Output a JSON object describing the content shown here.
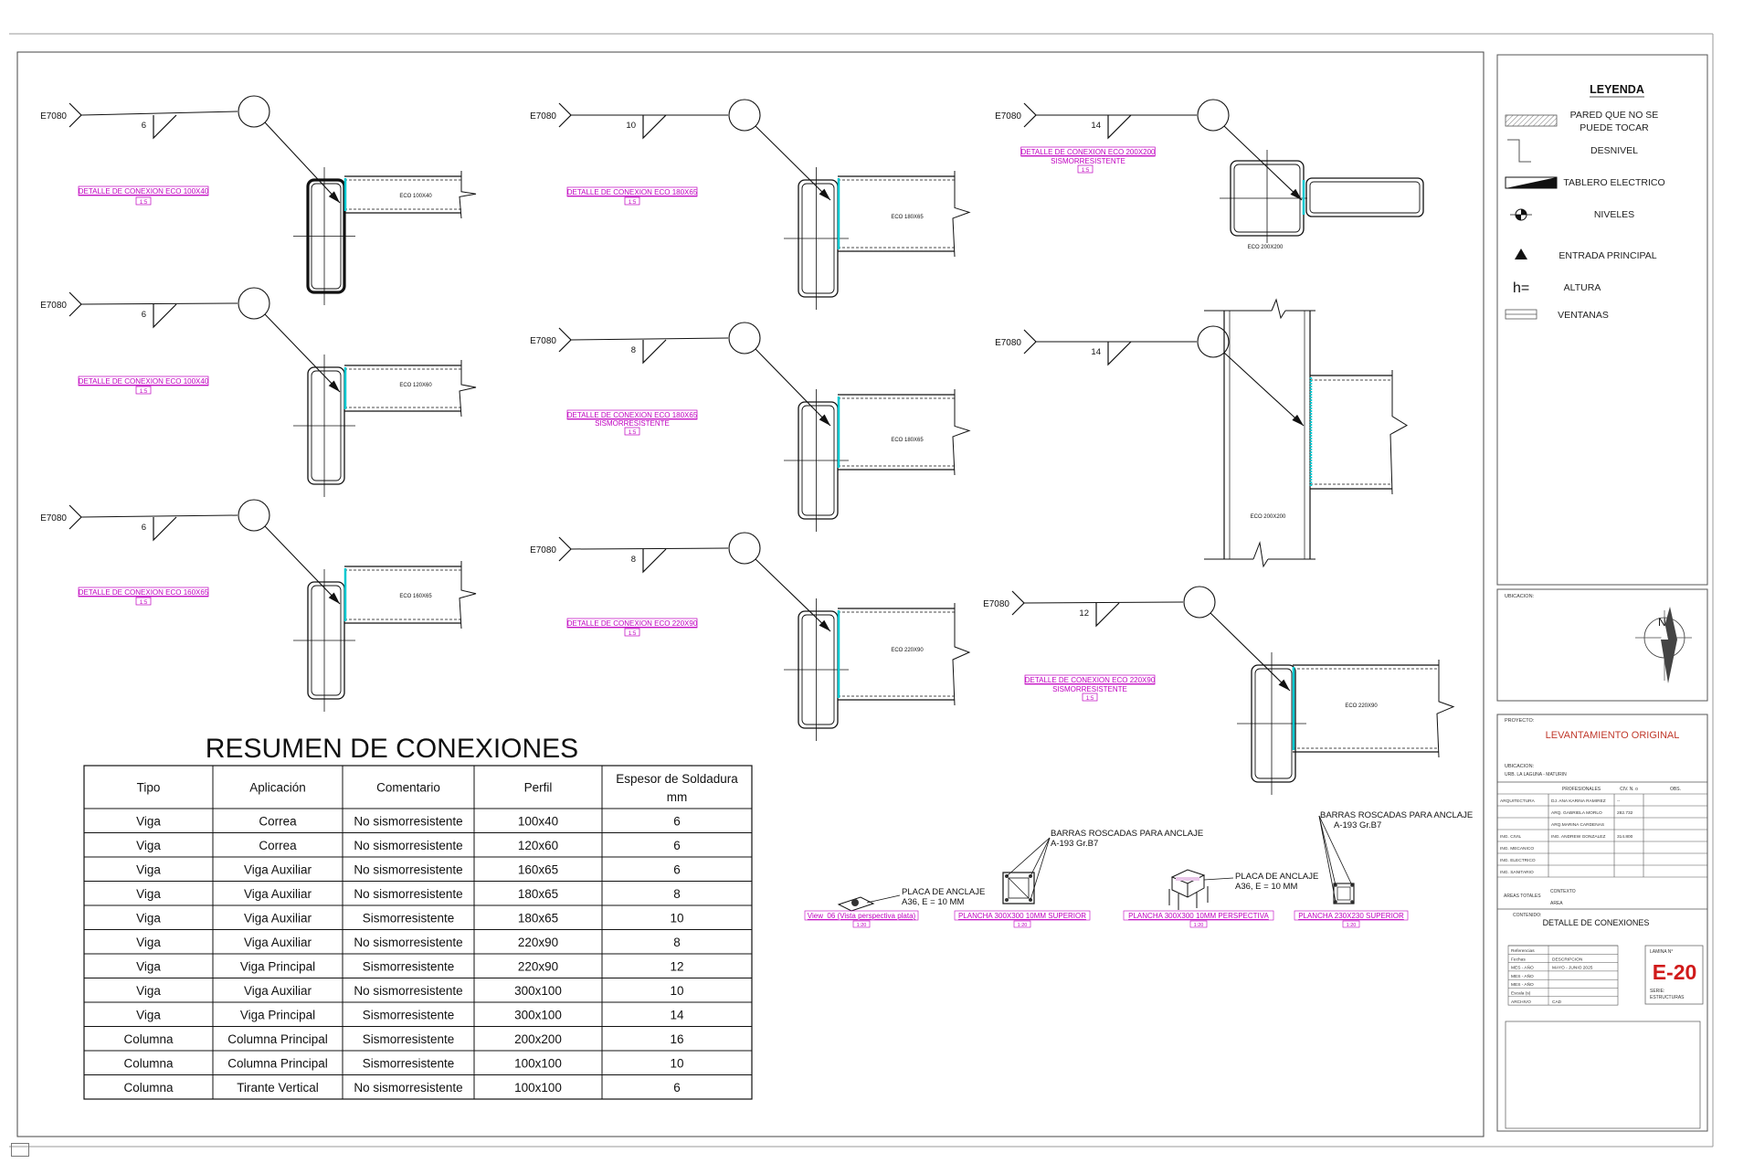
{
  "connections": [
    {
      "ref": "E7080",
      "size": "6",
      "title": "DETALLE DE CONEXION ECO 100X40",
      "subtitle": "",
      "scale": "1:5",
      "profile": "ECO 100X40"
    },
    {
      "ref": "E7080",
      "size": "6",
      "title": "DETALLE DE CONEXION ECO 100X40",
      "subtitle": "",
      "scale": "1:5",
      "profile": "ECO 120X60"
    },
    {
      "ref": "E7080",
      "size": "6",
      "title": "DETALLE DE CONEXION ECO 160X65",
      "subtitle": "",
      "scale": "1:5",
      "profile": "ECO 160X65"
    },
    {
      "ref": "E7080",
      "size": "10",
      "title": "DETALLE DE CONEXION ECO 180X65",
      "subtitle": "",
      "scale": "1:5",
      "profile": "ECO 180X65"
    },
    {
      "ref": "E7080",
      "size": "8",
      "title": "DETALLE DE CONEXION ECO 180X65",
      "subtitle": "SISMORRESISTENTE",
      "scale": "1:5",
      "profile": "ECO 180X65"
    },
    {
      "ref": "E7080",
      "size": "8",
      "title": "DETALLE DE CONEXION ECO 220X90",
      "subtitle": "",
      "scale": "1:5",
      "profile": "ECO 220X90"
    },
    {
      "ref": "E7080",
      "size": "14",
      "title": "DETALLE DE CONEXION ECO 200X200",
      "subtitle": "SISMORRESISTENTE",
      "scale": "1:5",
      "profile": "ECO 200X200"
    },
    {
      "ref": "E7080",
      "size": "14",
      "title": "",
      "subtitle": "",
      "scale": "",
      "profile": "ECO 200X200"
    },
    {
      "ref": "E7080",
      "size": "12",
      "title": "DETALLE DE CONEXION ECO 220X90",
      "subtitle": "SISMORRESISTENTE",
      "scale": "1:5",
      "profile": "ECO 220X90"
    }
  ],
  "anchors": {
    "barras_1": "BARRAS ROSCADAS PARA ANCLAJE",
    "barras_2": "A-193 Gr.B7",
    "placa_1": "PLACA DE ANCLAJE",
    "placa_2": "A36, E = 10 MM",
    "view_a": "View_06 (Vista perspectiva plata)",
    "view_b": "PLANCHA 300X300 10MM SUPERIOR",
    "view_c": "PLANCHA 300X300 10MM PERSPECTIVA",
    "view_d": "PLANCHA 230X230 SUPERIOR",
    "scale": "1:20"
  },
  "table": {
    "title": "RESUMEN DE CONEXIONES",
    "headers": [
      "Tipo",
      "Aplicación",
      "Comentario",
      "Perfil",
      "Espesor de Soldadura",
      "mm"
    ],
    "rows": [
      [
        "Viga",
        "Correa",
        "No sismorresistente",
        "100x40",
        "6"
      ],
      [
        "Viga",
        "Correa",
        "No sismorresistente",
        "120x60",
        "6"
      ],
      [
        "Viga",
        "Viga Auxiliar",
        "No sismorresistente",
        "160x65",
        "6"
      ],
      [
        "Viga",
        "Viga Auxiliar",
        "No sismorresistente",
        "180x65",
        "8"
      ],
      [
        "Viga",
        "Viga Auxiliar",
        "Sismorresistente",
        "180x65",
        "10"
      ],
      [
        "Viga",
        "Viga Auxiliar",
        "No sismorresistente",
        "220x90",
        "8"
      ],
      [
        "Viga",
        "Viga Principal",
        "Sismorresistente",
        "220x90",
        "12"
      ],
      [
        "Viga",
        "Viga Auxiliar",
        "No sismorresistente",
        "300x100",
        "10"
      ],
      [
        "Viga",
        "Viga Principal",
        "Sismorresistente",
        "300x100",
        "14"
      ],
      [
        "Columna",
        "Columna Principal",
        "Sismorresistente",
        "200x200",
        "16"
      ],
      [
        "Columna",
        "Columna Principal",
        "Sismorresistente",
        "100x100",
        "10"
      ],
      [
        "Columna",
        "Tirante Vertical",
        "No sismorresistente",
        "100x100",
        "6"
      ]
    ]
  },
  "legend": {
    "title": "LEYENDA",
    "items": [
      {
        "icon": "hatched-wall-icon",
        "label1": "PARED QUE NO SE",
        "label2": "PUEDE TOCAR"
      },
      {
        "icon": "level-step-icon",
        "label1": "DESNIVEL",
        "label2": ""
      },
      {
        "icon": "electric-panel-icon",
        "label1": "TABLERO ELECTRICO",
        "label2": ""
      },
      {
        "icon": "level-marker-icon",
        "label1": "NIVELES",
        "label2": ""
      },
      {
        "icon": "main-entrance-icon",
        "label1": "ENTRADA PRINCIPAL",
        "label2": ""
      },
      {
        "icon": "height-icon",
        "label1": "ALTURA",
        "label2": ""
      },
      {
        "icon": "window-icon",
        "label1": "VENTANAS",
        "label2": ""
      }
    ],
    "height_symbol": "h="
  },
  "location": {
    "label": "UBICACION:",
    "north": "N"
  },
  "title_block": {
    "project_label": "PROYECTO:",
    "project_name": "LEVANTAMIENTO ORIGINAL",
    "ubicacion_label": "UBICACION:",
    "ubicacion_value": "URB. LA LAGUNA - MATURIN",
    "headers": [
      "PROFESIONALES",
      "CIV. N. o",
      "OBS."
    ],
    "rows": [
      [
        "ARQUITECTURA",
        "DJ. ANA KARINA RAMIREZ",
        "--"
      ],
      [
        "",
        "ARQ. GABRIELA MORLO",
        "282.732"
      ],
      [
        "",
        "ARQ.MARINA CARDENAS",
        ""
      ],
      [
        "ING. CIVIL",
        "ING. ANDREW GONZALEZ",
        "314.800"
      ],
      [
        "ING. MECANICO",
        "",
        ""
      ],
      [
        "ING. ELECTRICO",
        "",
        ""
      ],
      [
        "ING. SANITARIO",
        "",
        ""
      ]
    ],
    "areas_label": "AREAS TOTALES",
    "contexto": "CONTEXTO",
    "area": "AREA",
    "contenido_label": "CONTENIDO:",
    "contenido": "DETALLE DE CONEXIONES",
    "ref_rows": [
      [
        "Referencias",
        ""
      ],
      [
        "Fechas",
        "DESCRIPCION"
      ],
      [
        "MES - AÑO",
        "MAYO - JUNIO 2025"
      ],
      [
        "MES - AÑO",
        ""
      ],
      [
        "MES - AÑO",
        ""
      ],
      [
        "Escala (s)",
        ""
      ],
      [
        "ARCHIVO",
        "CAD"
      ]
    ],
    "lamina_label": "LAMINA N°",
    "sheet_number": "E-20",
    "serie_label": "SERIE:",
    "serie_value": "ESTRUCTURAS"
  },
  "colors": {
    "line": "#111111",
    "magenta": "#c000c0",
    "cyan": "#00c8d0",
    "red": "#d01a1a",
    "title_red": "#c0392b"
  }
}
